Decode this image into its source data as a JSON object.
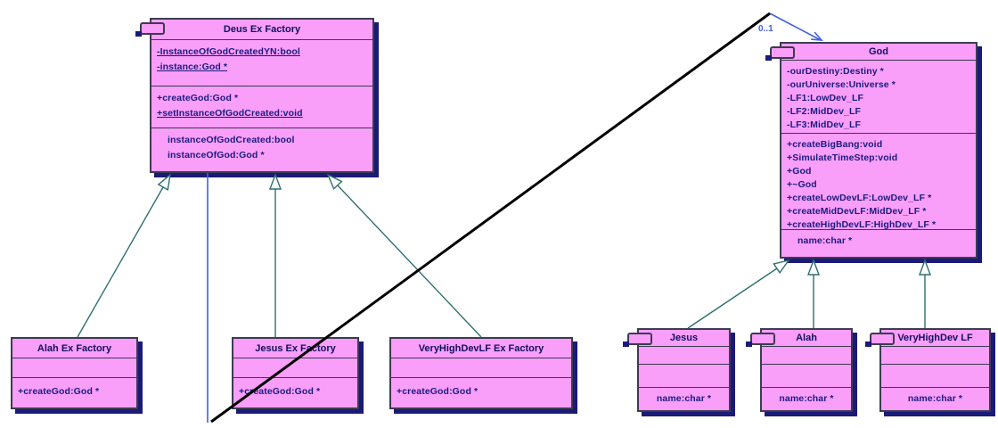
{
  "colors": {
    "background": "#ffffff",
    "box_fill": "#f99ef9",
    "box_border": "#3c3c50",
    "shadow": "#1a1a78",
    "title_text": "#10105e",
    "member_text": "#1b1b80",
    "inherit_line": "#2f6f6f",
    "assoc_line": "#4161e1",
    "black_line": "#000000"
  },
  "classes": {
    "deus": {
      "title": "Deus Ex Factory",
      "attr1": "-InstanceOfGodCreatedYN:bool",
      "attr2": "-instance:God *",
      "m1": "+createGod:God *",
      "m2": "+setInstanceOfGodCreated:void",
      "p1": "instanceOfGodCreated:bool",
      "p2": "instanceOfGod:God *"
    },
    "god": {
      "title": "God",
      "a1": "-ourDestiny:Destiny *",
      "a2": "-ourUniverse:Universe *",
      "a3": "-LF1:LowDev_LF",
      "a4": "-LF2:MidDev_LF",
      "a5": "-LF3:MidDev_LF",
      "m1": "+createBigBang:void",
      "m2": "+SimulateTimeStep:void",
      "m3": "+God",
      "m4": "+~God",
      "m5": "+createLowDevLF:LowDev_LF *",
      "m6": "+createMidDevLF:MidDev_LF *",
      "m7": "+createHighDevLF:HighDev_LF *",
      "p1": "name:char *"
    },
    "alah_factory": {
      "title": "Alah Ex Factory",
      "m1": "+createGod:God *"
    },
    "jesus_factory": {
      "title": "Jesus Ex Factory",
      "m1": "+createGod:God *"
    },
    "vhd_factory": {
      "title": "VeryHighDevLF Ex Factory",
      "m1": "+createGod:God *"
    },
    "jesus": {
      "title": "Jesus",
      "p1": "name:char *"
    },
    "alah": {
      "title": "Alah",
      "p1": "name:char *"
    },
    "vhd": {
      "title": "VeryHighDev LF",
      "p1": "name:char *"
    }
  },
  "association": {
    "multiplicity": "0..1"
  }
}
